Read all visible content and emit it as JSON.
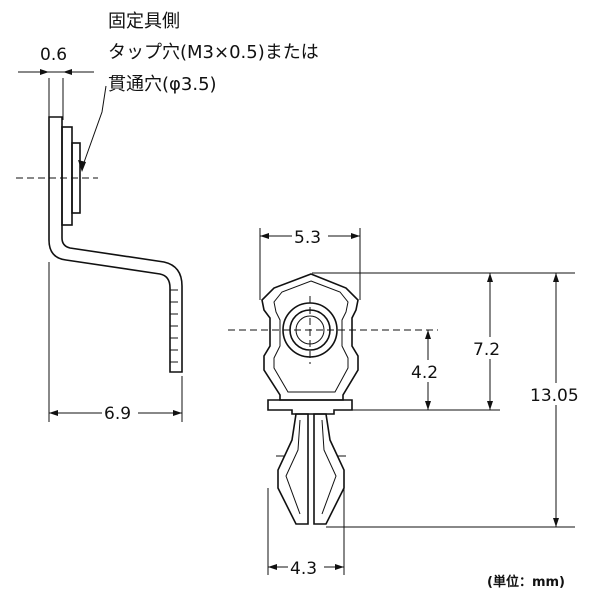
{
  "notes": {
    "line1": "固定具側",
    "line2": "タップ穴(M3×0.5)または",
    "line3": "貫通穴(φ3.5)"
  },
  "dimensions": {
    "thickness": "0.6",
    "side_length": "6.9",
    "width": "5.3",
    "hole_offset": "4.2",
    "hole_to_top": "7.2",
    "total_length": "13.05",
    "tab_width": "4.3"
  },
  "unit_label": "(単位：mm)"
}
